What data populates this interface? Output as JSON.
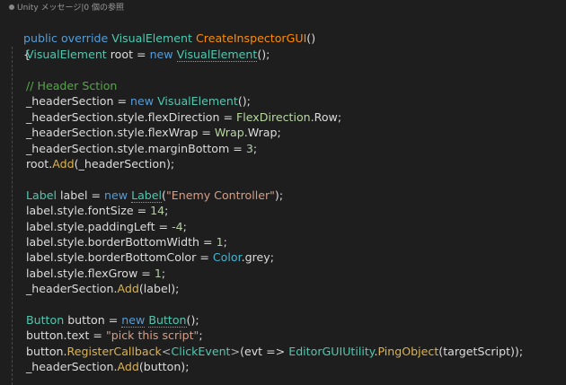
{
  "codelens": {
    "text": "Unity メッセージ|0 個の参照"
  },
  "colors": {
    "background": "#1e1e1e",
    "keyword": "#569cd6",
    "type": "#4ec9b0",
    "method_decl": "#ff8c00",
    "method_call": "#dcb450",
    "string": "#d69d85",
    "number": "#b5cea8",
    "comment": "#57a64a",
    "enum": "#b8d7a3"
  },
  "code": {
    "signature": {
      "kw1": "public",
      "kw2": "override",
      "return_type": "VisualElement",
      "method": "CreateInspectorGUI",
      "parens": "()"
    },
    "open_brace": "{",
    "l_root": {
      "type": "VisualElement",
      "var": " root = ",
      "kw": "new",
      "sp": " ",
      "ctor": "VisualElement",
      "end": "();"
    },
    "comment_header": "// Header Sction",
    "l_hs_new": {
      "a": "_headerSection = ",
      "kw": "new",
      "sp": " ",
      "ctor": "VisualElement",
      "end": "();"
    },
    "l_hs_flexdir": {
      "a": "_headerSection.style.flexDirection = ",
      "enum": "FlexDirection",
      "b": ".Row;"
    },
    "l_hs_wrap": {
      "a": "_headerSection.style.flexWrap = ",
      "enum": "Wrap",
      "b": ".Wrap;"
    },
    "l_hs_margin": {
      "a": "_headerSection.style.marginBottom = ",
      "num": "3",
      "b": ";"
    },
    "l_root_add": {
      "a": "root.",
      "call": "Add",
      "b": "(_headerSection);"
    },
    "l_label_new": {
      "type": "Label",
      "a": " label = ",
      "kw": "new",
      "sp": " ",
      "ctor": "Label",
      "b": "(",
      "str": "\"Enemy Controller\"",
      "c": ");"
    },
    "l_label_font": {
      "a": "label.style.fontSize = ",
      "num": "14",
      "b": ";"
    },
    "l_label_pad": {
      "a": "label.style.paddingLeft = ",
      "num": "-4",
      "b": ";"
    },
    "l_label_bbw": {
      "a": "label.style.borderBottomWidth = ",
      "num": "1",
      "b": ";"
    },
    "l_label_bbc": {
      "a": "label.style.borderBottomColor = ",
      "struct": "Color",
      "b": ".grey;"
    },
    "l_label_grow": {
      "a": "label.style.flexGrow = ",
      "num": "1",
      "b": ";"
    },
    "l_hs_add_label": {
      "a": "_headerSection.",
      "call": "Add",
      "b": "(label);"
    },
    "l_button_new": {
      "type": "Button",
      "a": " button = ",
      "kw": "new",
      "sp": " ",
      "ctor": "Button",
      "end": "();"
    },
    "l_button_text": {
      "a": "button.text = ",
      "str": "\"pick this script\"",
      "b": ";"
    },
    "l_button_cb": {
      "a": "button.",
      "call": "RegisterCallback",
      "lt": "<",
      "type": "ClickEvent",
      "gt": ">",
      "b": "(evt => ",
      "type2": "EditorGUIUtility",
      "dot": ".",
      "call2": "PingObject",
      "c": "(targetScript));"
    },
    "l_hs_add_button": {
      "a": "_headerSection.",
      "call": "Add",
      "b": "(button);"
    }
  }
}
